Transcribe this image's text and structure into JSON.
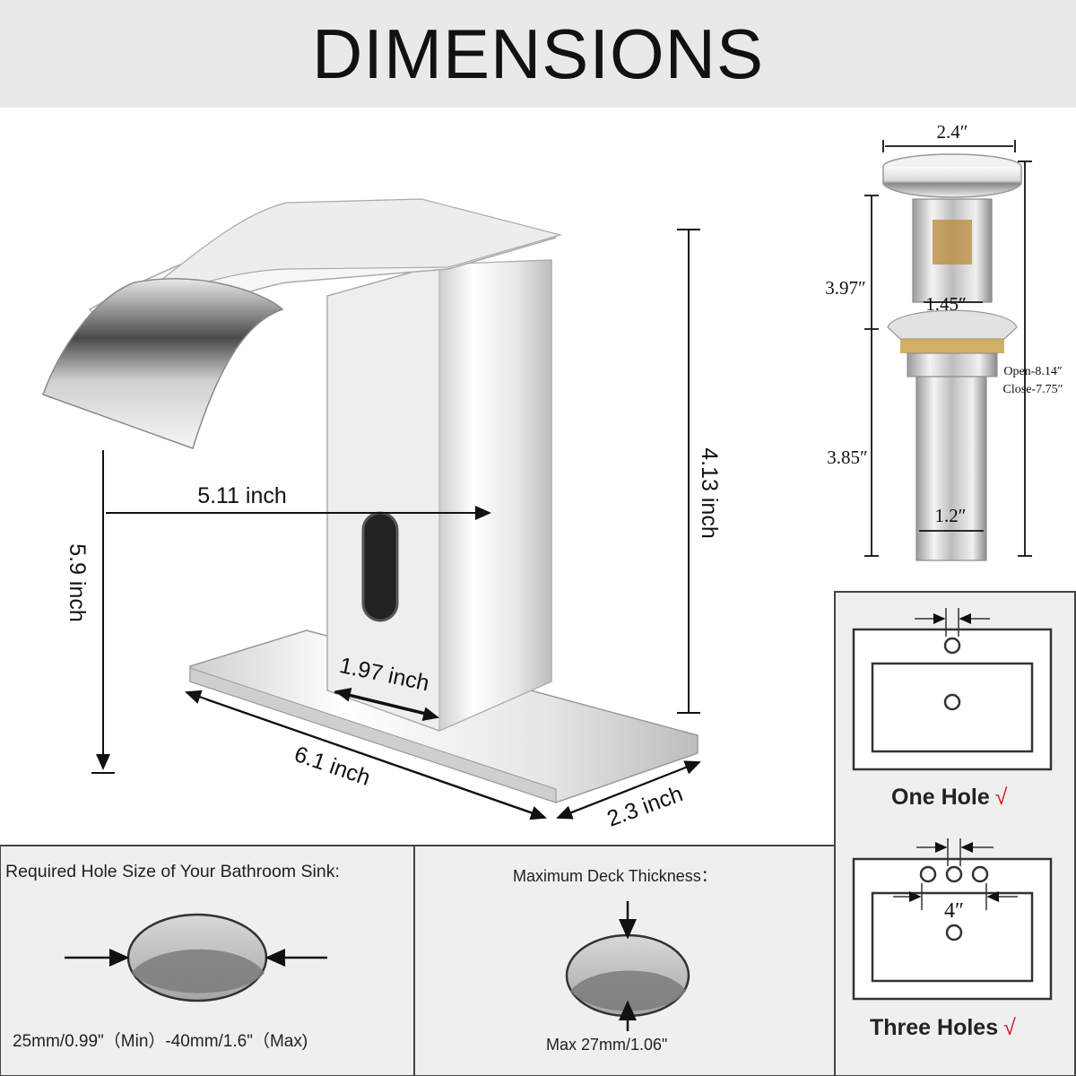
{
  "title": "DIMENSIONS",
  "faucet": {
    "spout_reach": "5.11 inch",
    "spout_height": "5.9 inch",
    "faucet_height": "4.13 inch",
    "body_depth": "1.97 inch",
    "deck_length": "6.1 inch",
    "deck_width": "2.3 inch"
  },
  "drain": {
    "cap_diameter": "2.4″",
    "upper_height": "3.97″",
    "inner_diameter": "1.45″",
    "lower_height": "3.85″",
    "tail_diameter": "1.2″",
    "total_open": "Open-8.14″",
    "total_close": "Close-7.75″"
  },
  "sink_holes": {
    "one_hole_label": "One Hole",
    "three_holes_label": "Three Holes",
    "three_holes_spacing": "4″",
    "check_mark": "√"
  },
  "hole_size": {
    "heading": "Required Hole Size of Your Bathroom Sink:",
    "range": "25mm/0.99\"（Min）-40mm/1.6\"（Max)"
  },
  "deck_thickness": {
    "heading": "Maximum Deck Thickness：",
    "max": "Max 27mm/1.06\""
  },
  "colors": {
    "header_bg": "#e9e9e9",
    "line": "#111111",
    "chrome_light": "#f2f2f2",
    "chrome_dark": "#6f6f6f",
    "check": "#d81b1b"
  }
}
